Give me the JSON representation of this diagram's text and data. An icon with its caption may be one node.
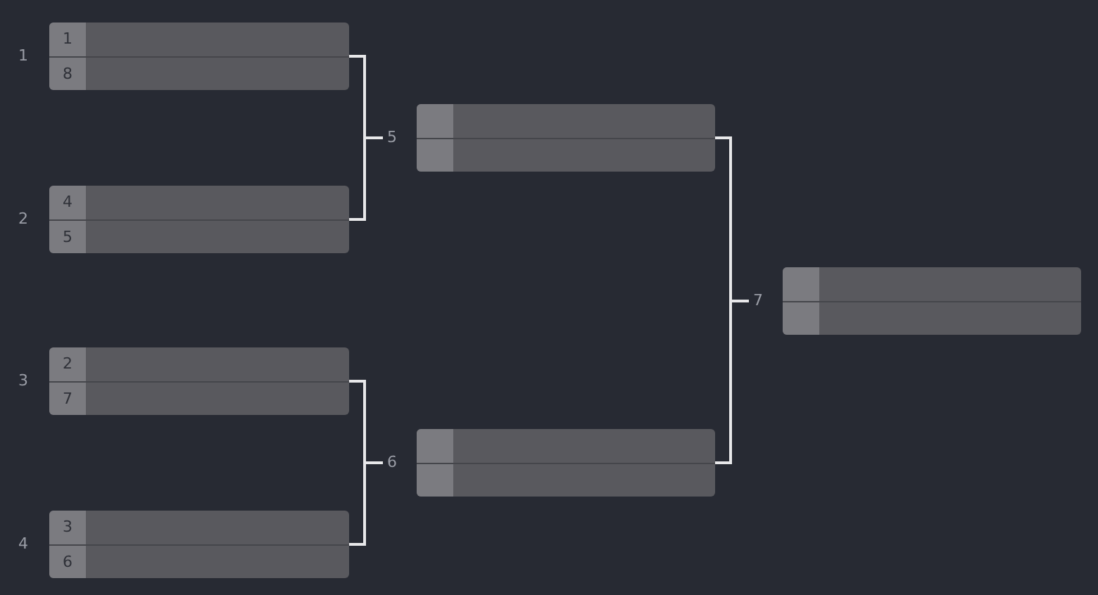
{
  "diagram": {
    "nodes": [
      {
        "text": [
          "1",
          "8"
        ],
        "beside": [
          "1"
        ]
      },
      {
        "text": [
          "4",
          "5"
        ],
        "beside": [
          "2"
        ]
      },
      {
        "text": [
          "2",
          "7"
        ],
        "beside": [
          "3"
        ]
      },
      {
        "text": [
          "3",
          "6"
        ],
        "beside": [
          "4"
        ]
      },
      {
        "text": [],
        "shape": "box",
        "beside": [
          "5"
        ]
      },
      {
        "text": [],
        "shape": "box",
        "beside": [
          "6"
        ]
      },
      {
        "text": [],
        "shape": "box",
        "beside": [
          "7"
        ]
      }
    ],
    "edges": [
      {
        "from": 0,
        "to": 4,
        "arrow": "none"
      },
      {
        "from": 1,
        "to": 4,
        "arrow": "none"
      },
      {
        "from": 2,
        "to": 5,
        "arrow": "none"
      },
      {
        "from": 3,
        "to": 5,
        "arrow": "none"
      },
      {
        "from": 4,
        "to": 6,
        "arrow": "none"
      },
      {
        "from": 5,
        "to": 6,
        "arrow": "none"
      }
    ]
  }
}
